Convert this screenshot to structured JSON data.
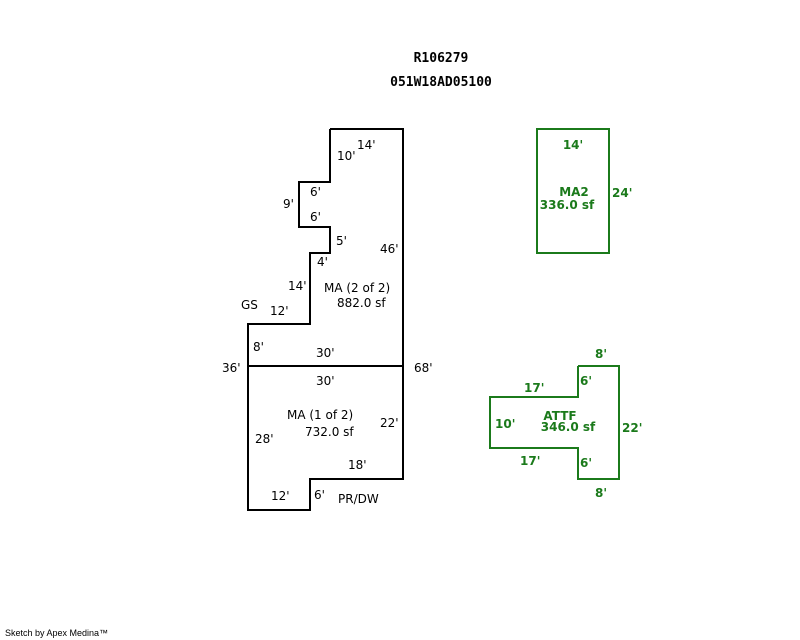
{
  "header": {
    "account_id": "R106279",
    "map_tax_lot": "051W18AD05100"
  },
  "colors": {
    "primary_line": "#000000",
    "secondary_line": "#1b7a1b"
  },
  "main_structure": {
    "section_2": {
      "name": "MA (2 of 2)",
      "area": "882.0 sf",
      "dims": {
        "top": "14'",
        "upper_left": "10'",
        "step_top": "6'",
        "step_side": "9'",
        "step_bottom": "6'",
        "small_vert": "5'",
        "small_horiz": "4'",
        "right": "46'",
        "mid_vert": "14'",
        "lower_horiz": "12'",
        "left_short": "8'",
        "divider_top": "30'"
      }
    },
    "section_1": {
      "name": "MA (1 of 2)",
      "area": "732.0 sf",
      "dims": {
        "divider_bottom": "30'",
        "right": "22'",
        "left": "28'",
        "bottom_right": "18'",
        "bottom_left": "12'",
        "bottom_step": "6'"
      }
    },
    "overall_left": "36'",
    "overall_right": "68'",
    "annotations": {
      "gs": "GS",
      "prdw": "PR/DW"
    }
  },
  "ma2": {
    "name": "MA2",
    "area": "336.0 sf",
    "dims": {
      "top": "14'",
      "right": "24'"
    }
  },
  "attf": {
    "name": "ATTF",
    "area": "346.0 sf",
    "dims": {
      "top": "8'",
      "upper_step": "6'",
      "upper_left": "17'",
      "left": "10'",
      "lower_left": "17'",
      "lower_step": "6'",
      "bottom": "8'",
      "right": "22'"
    }
  },
  "footer": {
    "credit": "Sketch by Apex Medina™"
  }
}
